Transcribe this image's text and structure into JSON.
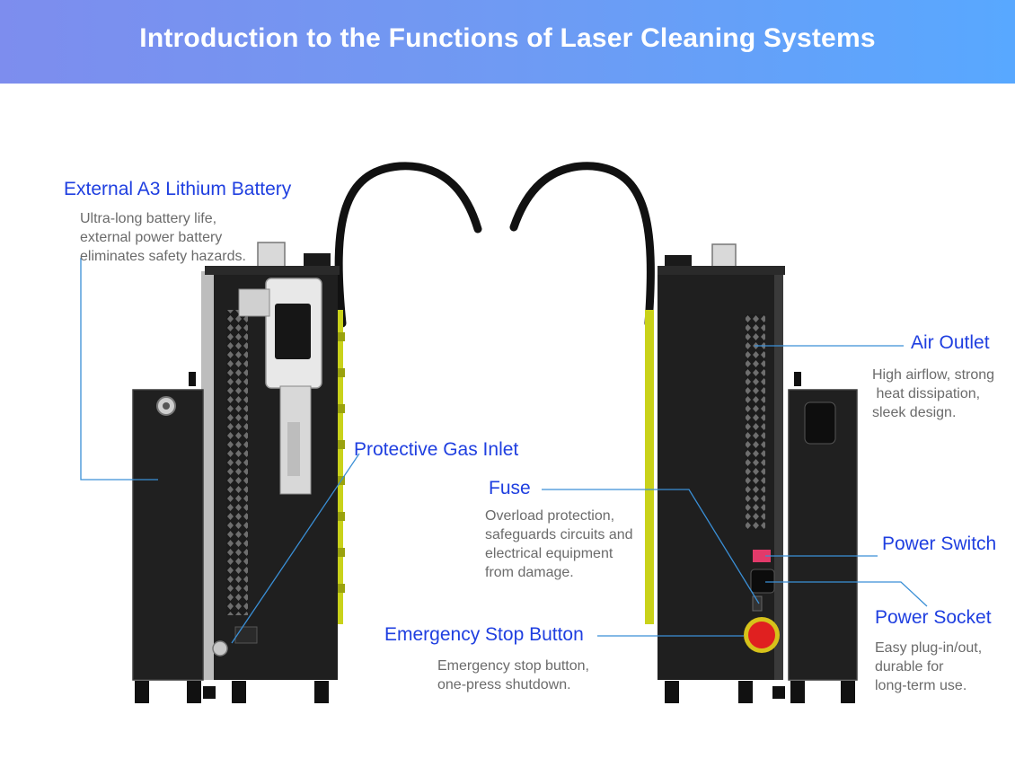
{
  "header": {
    "title": "Introduction to the Functions of Laser Cleaning Systems"
  },
  "features": {
    "battery": {
      "title": "External A3 Lithium Battery",
      "lines": [
        "Ultra-long battery life,",
        "external power battery",
        "eliminates safety hazards."
      ]
    },
    "gas_inlet": {
      "title": "Protective Gas Inlet"
    },
    "fuse": {
      "title": "Fuse",
      "lines": [
        "Overload protection,",
        "safeguards circuits and",
        "electrical equipment",
        "from damage."
      ]
    },
    "emergency_stop": {
      "title": "Emergency Stop Button",
      "lines": [
        "Emergency stop button,",
        "one-press shutdown."
      ]
    },
    "air_outlet": {
      "title": "Air Outlet",
      "lines": [
        "High airflow, strong",
        " heat dissipation,",
        "sleek design."
      ]
    },
    "power_switch": {
      "title": "Power Switch"
    },
    "power_socket": {
      "title": "Power Socket",
      "lines": [
        "Easy plug-in/out,",
        "durable for",
        "long-term use."
      ]
    }
  },
  "colors": {
    "accent_blue": "#1f3fe0",
    "callout_line": "#3a8fd6",
    "body_dark": "#232323",
    "trim_yellow": "#c9d21a",
    "estop_red": "#e02020"
  }
}
